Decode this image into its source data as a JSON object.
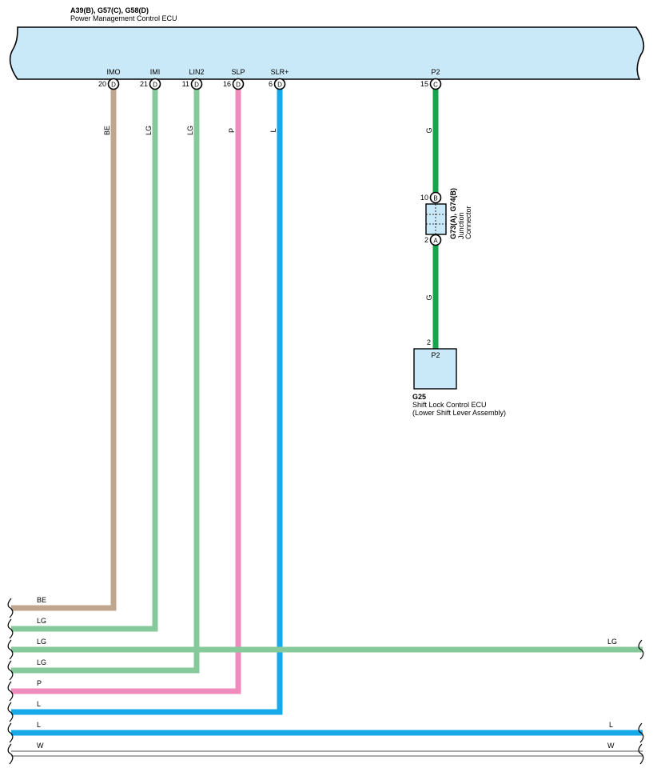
{
  "ecu": {
    "connectors": "A39(B), G57(C), G58(D)",
    "name": "Power Management Control ECU",
    "fill": "#c9e8f8"
  },
  "pins": [
    {
      "id": "imo",
      "label": "IMO",
      "num": "20",
      "conn": "D",
      "wire": "BE"
    },
    {
      "id": "imi",
      "label": "IMI",
      "num": "21",
      "conn": "D",
      "wire": "LG"
    },
    {
      "id": "lin2",
      "label": "LIN2",
      "num": "11",
      "conn": "D",
      "wire": "LG"
    },
    {
      "id": "slp",
      "label": "SLP",
      "num": "16",
      "conn": "D",
      "wire": "P"
    },
    {
      "id": "slr",
      "label": "SLR+",
      "num": "6",
      "conn": "D",
      "wire": "L"
    },
    {
      "id": "p2",
      "label": "P2",
      "num": "15",
      "conn": "C",
      "wire": "G"
    }
  ],
  "junction": {
    "label": "G73(A), G74(B)",
    "type_line1": "Junction",
    "type_line2": "Connector",
    "top_num": "10",
    "top_conn": "B",
    "bottom_num": "2",
    "bottom_conn": "A",
    "wire_below": "G"
  },
  "shift_ecu": {
    "pin_num": "2",
    "pin_label": "P2",
    "code": "G25",
    "name": "Shift Lock Control ECU",
    "sub": "(Lower Shift Lever Assembly)",
    "fill": "#c9e8f8"
  },
  "bottom_wires": [
    {
      "id": "be",
      "left": "BE",
      "right": ""
    },
    {
      "id": "lg1",
      "left": "LG",
      "right": ""
    },
    {
      "id": "lg2",
      "left": "LG",
      "right": "LG"
    },
    {
      "id": "lg3",
      "left": "LG",
      "right": ""
    },
    {
      "id": "p",
      "left": "P",
      "right": ""
    },
    {
      "id": "l1",
      "left": "L",
      "right": ""
    },
    {
      "id": "l2",
      "left": "L",
      "right": "L"
    },
    {
      "id": "w",
      "left": "W",
      "right": "W"
    }
  ],
  "colors": {
    "BE": "#bfa68c",
    "LG": "#86c99a",
    "P": "#f08bbd",
    "L": "#17a9e8",
    "G": "#17a34a",
    "W": "#ffffff"
  }
}
